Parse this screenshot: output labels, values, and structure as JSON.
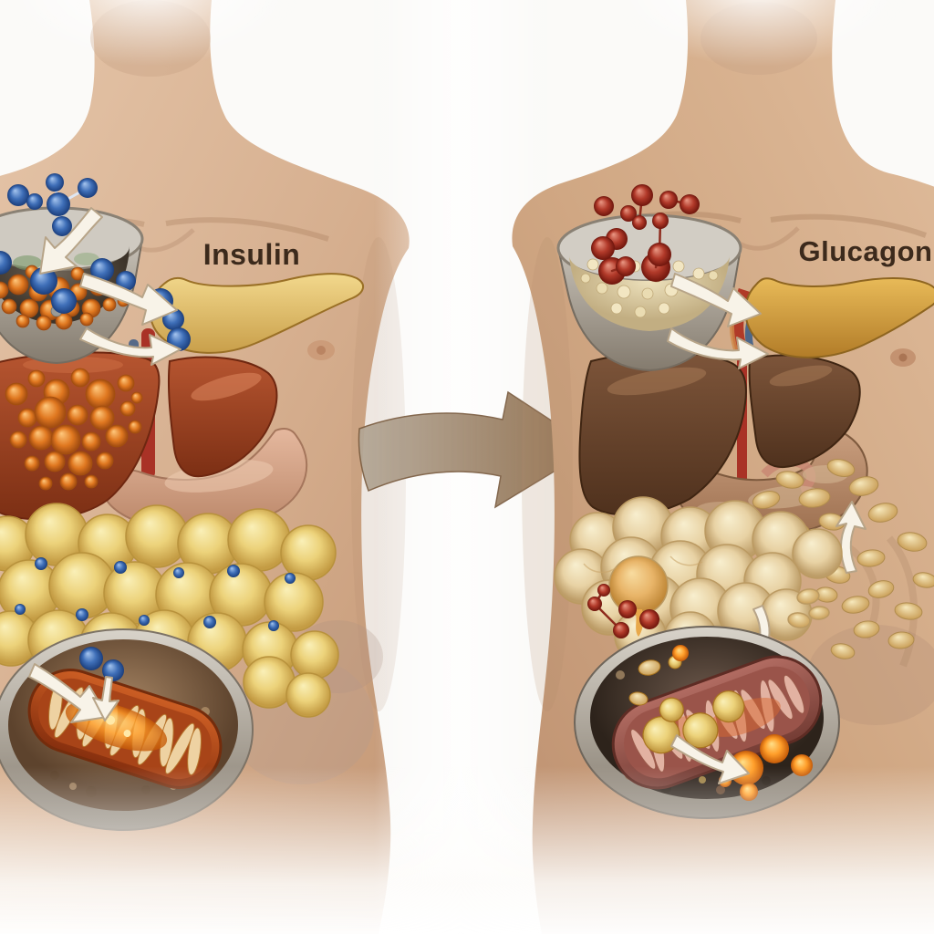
{
  "panels": {
    "left": {
      "label": "Insulin",
      "hormone_molecule_color": "#2e5fa7",
      "depicted": [
        "glucose-bowl-full",
        "insulin-molecules",
        "pancreas",
        "liver-storing-glycogen",
        "gallbladder",
        "stomach",
        "plump-fat-cells",
        "mitochondrion-in-bowl",
        "white-flow-arrows"
      ]
    },
    "right": {
      "label": "Glucagon",
      "hormone_molecule_color": "#a93a2c",
      "depicted": [
        "glucose-bowl-depleted",
        "glucagon-molecules",
        "pancreas",
        "dark-liver-releasing-glucose",
        "gallbladder",
        "stomach-releasing-glucose",
        "shrunken-fat-cells",
        "mitochondrion-burning-fat",
        "white-flow-arrows",
        "glucose-beans",
        "energy-spheres"
      ]
    }
  },
  "center": {
    "depicted": "left-to-right-transition-arrow"
  },
  "colors": {
    "background": "#fbfaf8",
    "label_text": "#3c2a1c",
    "skin": "#d9b394",
    "skin_shadow": "#b08a68",
    "insulin_blue": "#2e5fa7",
    "glucagon_red": "#a93a2c",
    "pancreas_left": "#e8c86e",
    "pancreas_right": "#d9a53e",
    "liver_left": "#a5482a",
    "liver_right": "#6b4228",
    "glycogen_orange": "#e0812a",
    "fat_left": "#ecd27a",
    "fat_right": "#ecdcb2",
    "stomach_left": "#d4a488",
    "stomach_right": "#b68a66",
    "bowl_gray": "#b5aea2",
    "oatmeal": "#ddcda6",
    "mitochondrion_left": "#b5491d",
    "mitochondrion_right": "#9a5a50",
    "cristae": "#ecd2a2",
    "energy_glow": "#ff9e2a",
    "bean": "#e8d0a0",
    "arrow_white": "#f8f3e8",
    "arrow_center_brown": "#8a6743"
  }
}
